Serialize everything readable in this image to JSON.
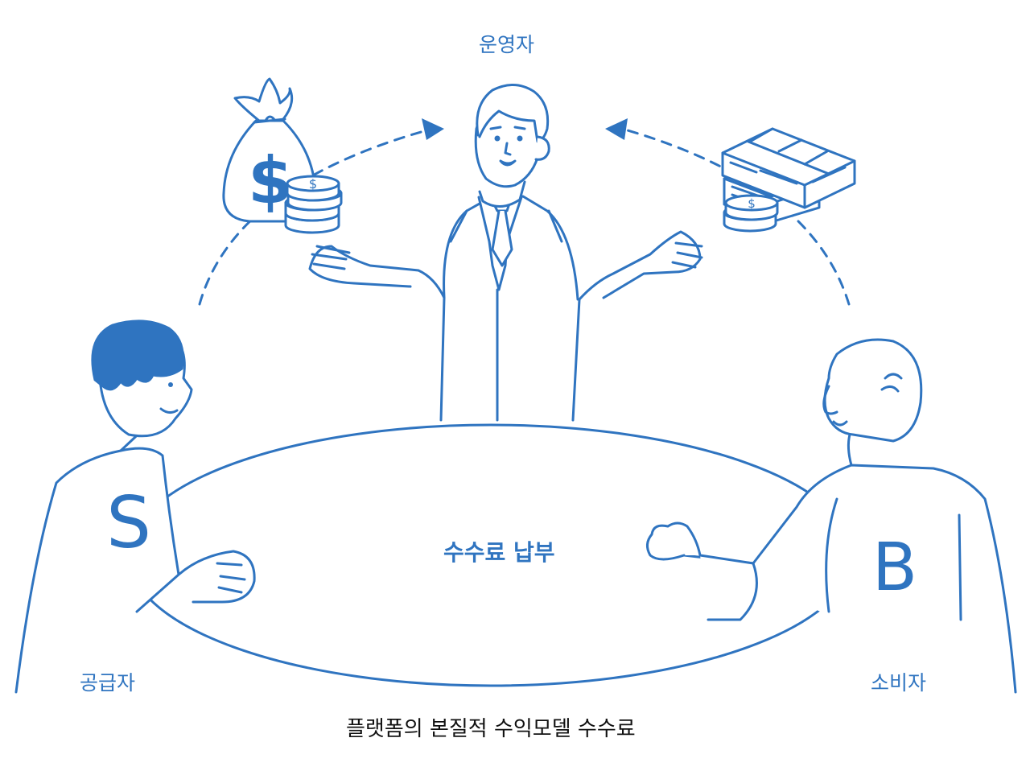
{
  "diagram": {
    "operator_label": "운영자",
    "supplier_label": "공급자",
    "consumer_label": "소비자",
    "center_label": "수수료 납부",
    "caption": "플랫폼의 본질적 수익모델 수수료",
    "supplier_shirt_letter": "S",
    "consumer_shirt_letter": "B",
    "accent_color": "#2f74c0",
    "caption_color": "#111111",
    "icons": [
      "money-bag-icon",
      "coin-stack-icon",
      "cash-bundle-icon"
    ]
  }
}
